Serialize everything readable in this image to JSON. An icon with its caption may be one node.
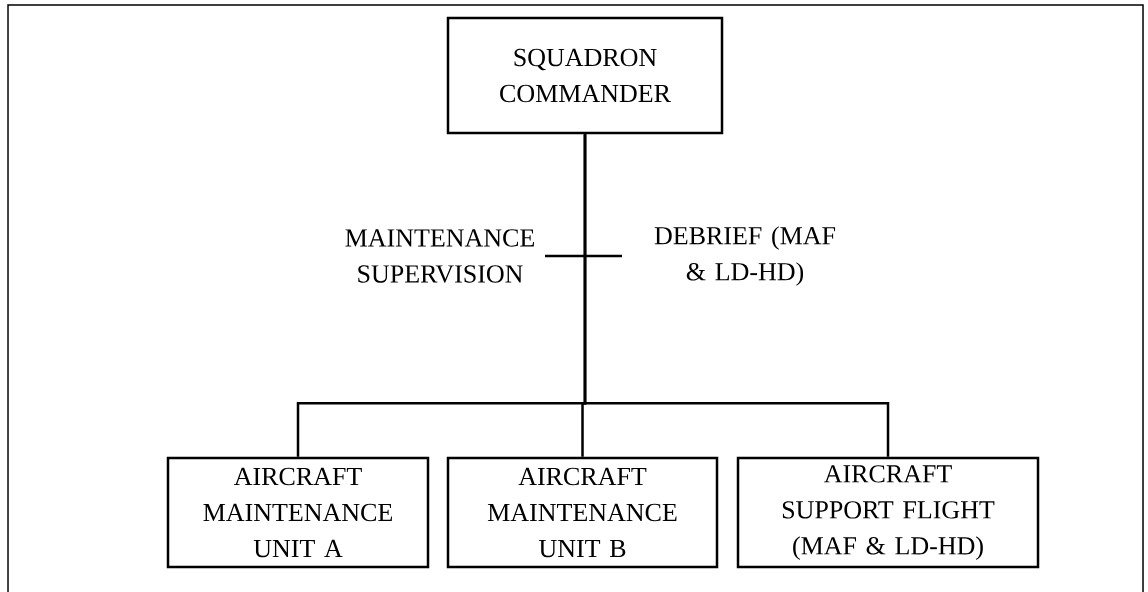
{
  "diagram": {
    "nodes": [
      {
        "text": [
          "SQUADRON COMMANDER"
        ]
      },
      {
        "text": [
          "AIRCRAFT MAINTENANCE UNIT A"
        ]
      },
      {
        "text": [
          "AIRCRAFT MAINTENANCE UNIT B"
        ]
      },
      {
        "text": [
          "AIRCRAFT SUPPORT FLIGHT (MAF & LD-HD)"
        ]
      }
    ],
    "edges": [
      {
        "from": 0,
        "to": 1,
        "arrow": "none"
      },
      {
        "from": 0,
        "to": 2,
        "arrow": "none"
      },
      {
        "from": 0,
        "to": 3,
        "arrow": "none"
      }
    ],
    "labels": [
      "MAINTENANCE SUPERVISION",
      "DEBRIEF (MAF & LD-HD)"
    ]
  }
}
